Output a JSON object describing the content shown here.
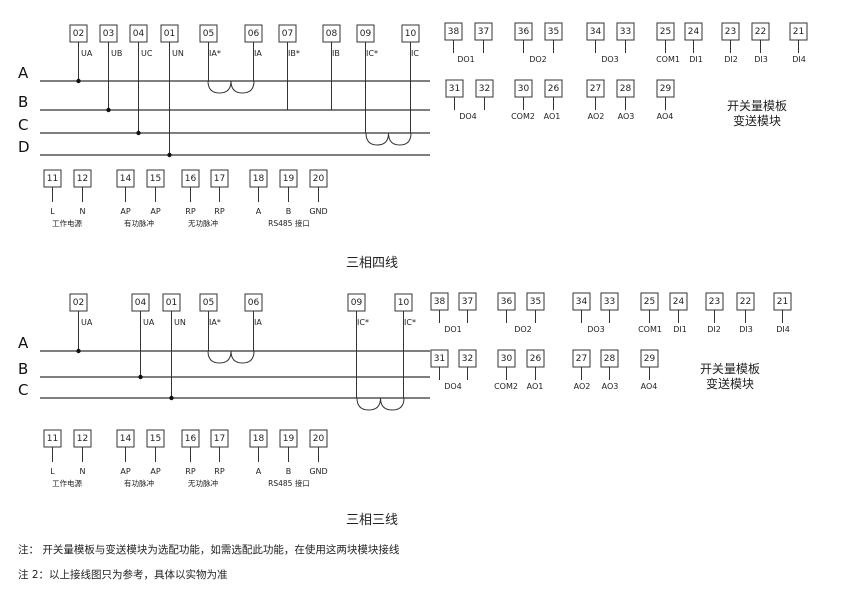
{
  "four_wire": {
    "title": "三相四线",
    "phases": [
      "A",
      "B",
      "C",
      "D"
    ],
    "voltage_terminals": [
      {
        "num": "02",
        "label": "UA"
      },
      {
        "num": "03",
        "label": "UB"
      },
      {
        "num": "04",
        "label": "UC"
      },
      {
        "num": "01",
        "label": "UN"
      }
    ],
    "current_terminals": [
      {
        "num": "05",
        "label": "IA*"
      },
      {
        "num": "06",
        "label": "IA"
      },
      {
        "num": "07",
        "label": "IB*"
      },
      {
        "num": "08",
        "label": "IB"
      },
      {
        "num": "09",
        "label": "IC*"
      },
      {
        "num": "10",
        "label": "IC"
      }
    ],
    "module_row1": [
      {
        "num": "38"
      },
      {
        "num": "37"
      },
      {
        "num": "36"
      },
      {
        "num": "35"
      },
      {
        "num": "34"
      },
      {
        "num": "33"
      },
      {
        "num": "25"
      },
      {
        "num": "24"
      },
      {
        "num": "23"
      },
      {
        "num": "22"
      },
      {
        "num": "21"
      }
    ],
    "module_row1_labels": [
      "DO1",
      "DO2",
      "DO3",
      "COM1",
      "DI1",
      "DI2",
      "DI3",
      "DI4"
    ],
    "module_row2": [
      {
        "num": "31"
      },
      {
        "num": "32"
      },
      {
        "num": "30"
      },
      {
        "num": "26"
      },
      {
        "num": "27"
      },
      {
        "num": "28"
      },
      {
        "num": "29"
      }
    ],
    "module_row2_labels": [
      "DO4",
      "COM2",
      "AO1",
      "AO2",
      "AO3",
      "AO4"
    ],
    "module_title": [
      "开关量模板",
      "变送模块"
    ],
    "bottom_terminals": [
      {
        "num": "11",
        "label": "L"
      },
      {
        "num": "12",
        "label": "N"
      },
      {
        "num": "14",
        "label": "AP"
      },
      {
        "num": "15",
        "label": "AP"
      },
      {
        "num": "16",
        "label": "RP"
      },
      {
        "num": "17",
        "label": "RP"
      },
      {
        "num": "18",
        "label": "A"
      },
      {
        "num": "19",
        "label": "B"
      },
      {
        "num": "20",
        "label": "GND"
      }
    ],
    "bottom_groups": [
      "工作电源",
      "有功脉冲",
      "无功脉冲",
      "RS485 接口"
    ]
  },
  "three_wire": {
    "title": "三相三线",
    "phases": [
      "A",
      "B",
      "C"
    ],
    "voltage_terminals": [
      {
        "num": "02",
        "label": "UA"
      },
      {
        "num": "04",
        "label": "UA"
      },
      {
        "num": "01",
        "label": "UN"
      }
    ],
    "current_terminals": [
      {
        "num": "05",
        "label": "IA*"
      },
      {
        "num": "06",
        "label": "IA"
      },
      {
        "num": "09",
        "label": "IC*"
      },
      {
        "num": "10",
        "label": "IC*"
      }
    ],
    "module_row1": [
      {
        "num": "38"
      },
      {
        "num": "37"
      },
      {
        "num": "36"
      },
      {
        "num": "35"
      },
      {
        "num": "34"
      },
      {
        "num": "33"
      },
      {
        "num": "25"
      },
      {
        "num": "24"
      },
      {
        "num": "23"
      },
      {
        "num": "22"
      },
      {
        "num": "21"
      }
    ],
    "module_row1_labels": [
      "DO1",
      "DO2",
      "DO3",
      "COM1",
      "DI1",
      "DI2",
      "DI3",
      "DI4"
    ],
    "module_row2": [
      {
        "num": "31"
      },
      {
        "num": "32"
      },
      {
        "num": "30"
      },
      {
        "num": "26"
      },
      {
        "num": "27"
      },
      {
        "num": "28"
      },
      {
        "num": "29"
      }
    ],
    "module_row2_labels": [
      "DO4",
      "COM2",
      "AO1",
      "AO2",
      "AO3",
      "AO4"
    ],
    "module_title": [
      "开关量模板",
      "变送模块"
    ],
    "bottom_terminals": [
      {
        "num": "11",
        "label": "L"
      },
      {
        "num": "12",
        "label": "N"
      },
      {
        "num": "14",
        "label": "AP"
      },
      {
        "num": "15",
        "label": "AP"
      },
      {
        "num": "16",
        "label": "RP"
      },
      {
        "num": "17",
        "label": "RP"
      },
      {
        "num": "18",
        "label": "A"
      },
      {
        "num": "19",
        "label": "B"
      },
      {
        "num": "20",
        "label": "GND"
      }
    ],
    "bottom_groups": [
      "工作电源",
      "有功脉冲",
      "无功脉冲",
      "RS485 接口"
    ]
  },
  "notes": [
    "注： 开关量模板与变送模块为选配功能，如需选配此功能，在使用这两块模块接线",
    "注 2：以上接线图只为参考，具体以实物为准"
  ]
}
